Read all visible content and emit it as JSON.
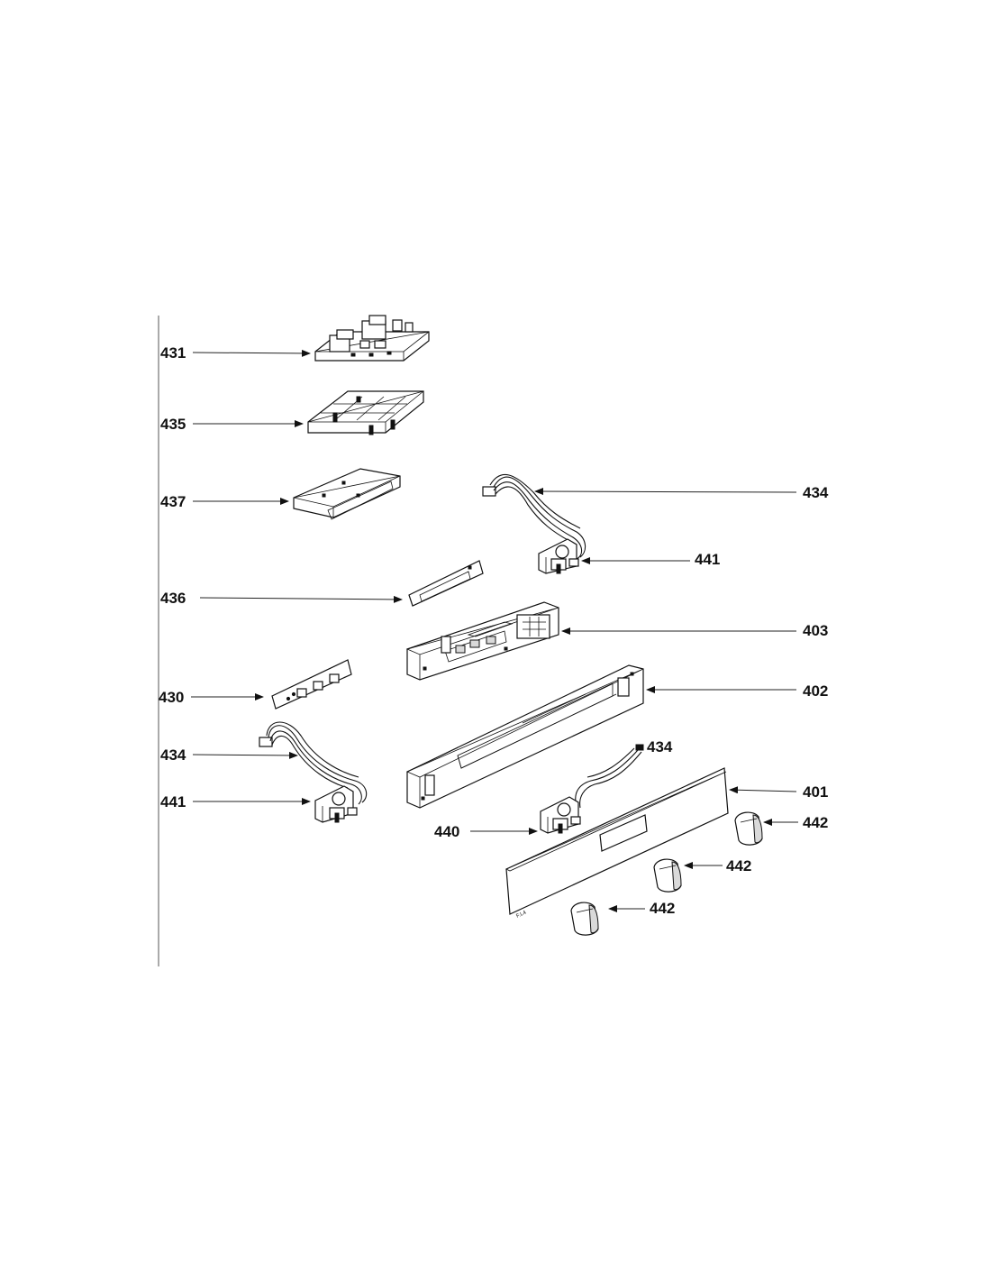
{
  "colors": {
    "line": "#111111",
    "background": "#ffffff"
  },
  "labels": {
    "l431": "431",
    "l435": "435",
    "l437": "437",
    "l434_top": "434",
    "l441_top": "441",
    "l436": "436",
    "l403": "403",
    "l430": "430",
    "l402": "402",
    "l434_left": "434",
    "l434_mid": "434",
    "l441_left": "441",
    "l401": "401",
    "l440": "440",
    "l442_a": "442",
    "l442_b": "442",
    "l442_c": "442"
  }
}
